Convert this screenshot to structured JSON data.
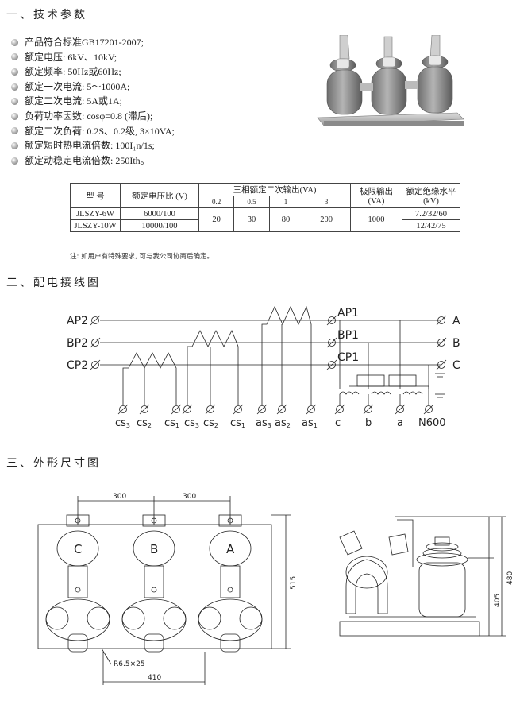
{
  "sections": {
    "tech": "一、技术参数",
    "wiring": "二、配电接线图",
    "dims": "三、外形尺寸图"
  },
  "specs": [
    "产品符合标准GB17201-2007;",
    "额定电压: 6kV、10kV;",
    "额定频率: 50Hz或60Hz;",
    "额定一次电流: 5～1000A;",
    "额定二次电流: 5A或1A;",
    "负荷功率因数: cosφ=0.8 (滞后);",
    "额定二次负荷: 0.2S、0.2级, 3×10VA;",
    "额定短时热电流倍数: 100I₁n/1s;",
    "额定动稳定电流倍数: 250Ith。"
  ],
  "table": {
    "h_model": "型 号",
    "h_ratio": "额定电压比 (V)",
    "h_three": "三相额定二次输出(VA)",
    "h_limit": "极限输出",
    "h_limit_unit": "(VA)",
    "h_insul": "额定绝缘水平",
    "h_insul_unit": "(kV)",
    "classes": [
      "0.2",
      "0.5",
      "1",
      "3"
    ],
    "rows": [
      {
        "model": "JLSZY-6W",
        "ratio": "6000/100",
        "insul": "7.2/32/60"
      },
      {
        "model": "JLSZY-10W",
        "ratio": "10000/100",
        "insul": "12/42/75"
      }
    ],
    "outputs": [
      "20",
      "30",
      "80",
      "200"
    ],
    "limit": "1000"
  },
  "note": "注: 如用户有特殊要求, 可与我公司协商后确定。",
  "wiring": {
    "left_lines": [
      "AP2",
      "BP2",
      "CP2"
    ],
    "right_lines": [
      "AP1",
      "BP1",
      "CP1"
    ],
    "phases": [
      "A",
      "B",
      "C"
    ],
    "terms_main": [
      "cs",
      "cs",
      "cs",
      "cs",
      "cs",
      "cs",
      "as",
      "as",
      "as"
    ],
    "terms_sub": [
      "3",
      "2",
      "1",
      "3",
      "2",
      "1",
      "3",
      "2",
      "1"
    ],
    "terms_right": [
      "c",
      "b",
      "a",
      "N600"
    ]
  },
  "dims": {
    "d300a": "300",
    "d300b": "300",
    "d515": "515",
    "d410": "410",
    "slot": "R6.5×25",
    "d480": "480",
    "d405": "405",
    "phases": [
      "C",
      "B",
      "A"
    ]
  }
}
